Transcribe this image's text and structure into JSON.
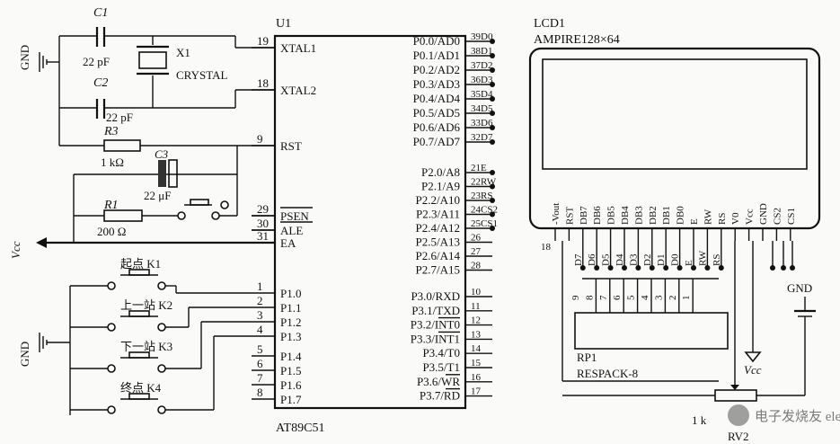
{
  "u1": {
    "ref": "U1",
    "part": "AT89C51",
    "left_pins": [
      {
        "num": "19",
        "name": "XTAL1"
      },
      {
        "num": "18",
        "name": "XTAL2"
      },
      {
        "num": "9",
        "name": "RST"
      },
      {
        "num": "29",
        "name": "PSEN"
      },
      {
        "num": "30",
        "name": "ALE"
      },
      {
        "num": "31",
        "name": "EA"
      },
      {
        "num": "1",
        "name": "P1.0"
      },
      {
        "num": "2",
        "name": "P1.1"
      },
      {
        "num": "3",
        "name": "P1.2"
      },
      {
        "num": "4",
        "name": "P1.3"
      },
      {
        "num": "5",
        "name": "P1.4"
      },
      {
        "num": "6",
        "name": "P1.5"
      },
      {
        "num": "7",
        "name": "P1.6"
      },
      {
        "num": "8",
        "name": "P1.7"
      }
    ],
    "right_pins": [
      {
        "num": "39",
        "name": "P0.0/AD0",
        "net": "D0"
      },
      {
        "num": "38",
        "name": "P0.1/AD1",
        "net": "D1"
      },
      {
        "num": "37",
        "name": "P0.2/AD2",
        "net": "D2"
      },
      {
        "num": "36",
        "name": "P0.3/AD3",
        "net": "D3"
      },
      {
        "num": "35",
        "name": "P0.4/AD4",
        "net": "D4"
      },
      {
        "num": "34",
        "name": "P0.5/AD5",
        "net": "D5"
      },
      {
        "num": "33",
        "name": "P0.6/AD6",
        "net": "D6"
      },
      {
        "num": "32",
        "name": "P0.7/AD7",
        "net": "D7"
      },
      {
        "num": "21",
        "name": "P2.0/A8",
        "net": "E"
      },
      {
        "num": "22",
        "name": "P2.1/A9",
        "net": "RW"
      },
      {
        "num": "23",
        "name": "P2.2/A10",
        "net": "RS"
      },
      {
        "num": "24",
        "name": "P2.3/A11",
        "net": "CS2"
      },
      {
        "num": "25",
        "name": "P2.4/A12",
        "net": "CS1"
      },
      {
        "num": "26",
        "name": "P2.5/A13",
        "net": ""
      },
      {
        "num": "27",
        "name": "P2.6/A14",
        "net": ""
      },
      {
        "num": "28",
        "name": "P2.7/A15",
        "net": ""
      },
      {
        "num": "10",
        "name": "P3.0/RXD",
        "net": ""
      },
      {
        "num": "11",
        "name": "P3.1/TXD",
        "net": ""
      },
      {
        "num": "12",
        "name": "P3.2/INT0",
        "net": ""
      },
      {
        "num": "13",
        "name": "P3.3/INT1",
        "net": ""
      },
      {
        "num": "14",
        "name": "P3.4/T0",
        "net": ""
      },
      {
        "num": "15",
        "name": "P3.5/T1",
        "net": ""
      },
      {
        "num": "16",
        "name": "P3.6/WR",
        "net": ""
      },
      {
        "num": "17",
        "name": "P3.7/RD",
        "net": ""
      }
    ]
  },
  "crystal": {
    "ref": "X1",
    "type": "CRYSTAL"
  },
  "c1": {
    "ref": "C1",
    "value": "22 pF"
  },
  "c2": {
    "ref": "C2",
    "value": "22 pF"
  },
  "c3": {
    "ref": "C3",
    "value": "22 μF"
  },
  "r3": {
    "ref": "R3",
    "value": "1 kΩ"
  },
  "r1": {
    "ref": "R1",
    "value": "200 Ω"
  },
  "power": {
    "gnd": "GND",
    "vcc": "Vcc"
  },
  "buttons": [
    {
      "label": "起点 K1"
    },
    {
      "label": "上一站 K2"
    },
    {
      "label": "下一站 K3"
    },
    {
      "label": "终点 K4"
    }
  ],
  "lcd": {
    "ref": "LCD1",
    "part": "AMPIRE128×64",
    "pins": [
      "-Vout",
      "RST",
      "DB7",
      "DB6",
      "DB5",
      "DB4",
      "DB3",
      "DB2",
      "DB1",
      "DB0",
      "E",
      "RW",
      "RS",
      "V0",
      "Vcc",
      "GND",
      "CS2",
      "CS1"
    ],
    "first_pin": "18",
    "nets": [
      "D7",
      "D6",
      "D5",
      "D4",
      "D3",
      "D2",
      "D1",
      "D0",
      "E",
      "RW",
      "RS"
    ]
  },
  "rp1": {
    "ref": "RP1",
    "part": "RESPACK-8",
    "pins": [
      "9",
      "8",
      "7",
      "6",
      "5",
      "4",
      "3",
      "2",
      "1"
    ]
  },
  "rv": {
    "ref": "RV2",
    "value": "1 k"
  },
  "watermark": "电子发烧友 elecfans.com"
}
